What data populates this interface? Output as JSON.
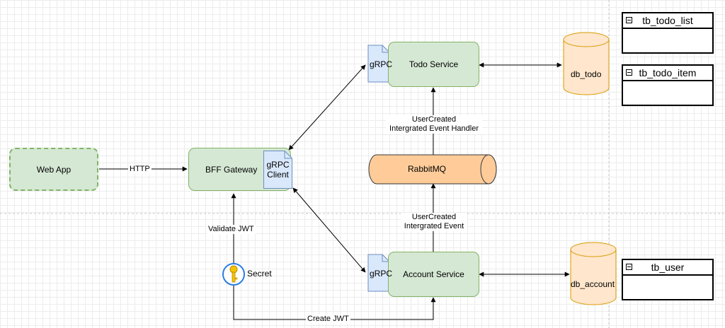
{
  "nodes": {
    "web_app": "Web App",
    "bff_gateway": "BFF Gateway",
    "grpc_client": "gRPC Client",
    "todo_service": "Todo Service",
    "todo_grpc": "gRPC",
    "account_service": "Account Service",
    "account_grpc": "gRPC",
    "rabbitmq": "RabbitMQ",
    "db_todo": "db_todo",
    "db_account": "db_account",
    "secret": "Secret"
  },
  "tables": {
    "todo_list": "tb_todo_list",
    "todo_item": "tb_todo_item",
    "user": "tb_user"
  },
  "edges": {
    "http": "HTTP",
    "validate_jwt": "Validate JWT",
    "create_jwt": "Create JWT",
    "handler_line1": "UserCreated",
    "handler_line2": "Intergrated Event Handler",
    "event_line1": "UserCreated",
    "event_line2": "Intergrated Event"
  },
  "colors": {
    "service_fill": "#d5e8d4",
    "service_stroke": "#82b366",
    "doc_fill": "#dae8fc",
    "doc_stroke": "#6c8ebf",
    "db_fill": "#ffe6cc",
    "db_stroke": "#d79b00",
    "queue_fill": "#ffcc99",
    "queue_stroke": "#36393d",
    "key_fill": "#f5c400",
    "key_stroke": "#2a7de1"
  }
}
